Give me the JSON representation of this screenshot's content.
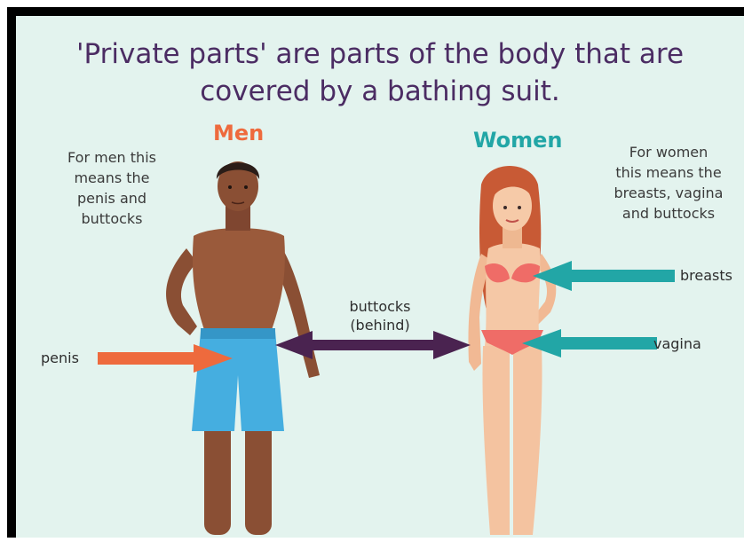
{
  "title_line1": "'Private parts' are parts of the body that are",
  "title_line2": "covered by a bathing suit.",
  "men_label": "Men",
  "women_label": "Women",
  "men_note": [
    "For men this",
    "means the",
    "penis and",
    "buttocks"
  ],
  "women_note": [
    "For women",
    "this means the",
    "breasts, vagina",
    "and buttocks"
  ],
  "labels": {
    "penis": "penis",
    "breasts": "breasts",
    "vagina": "vagina",
    "buttocks": [
      "buttocks",
      "(behind)"
    ]
  },
  "colors": {
    "background": "#e3f3ee",
    "title": "#4b2c63",
    "men": "#ee6a3d",
    "women": "#22a6a6",
    "buttocks_arrow": "#4a2350",
    "shorts": "#45aee0",
    "bikini": "#ef6c67"
  }
}
